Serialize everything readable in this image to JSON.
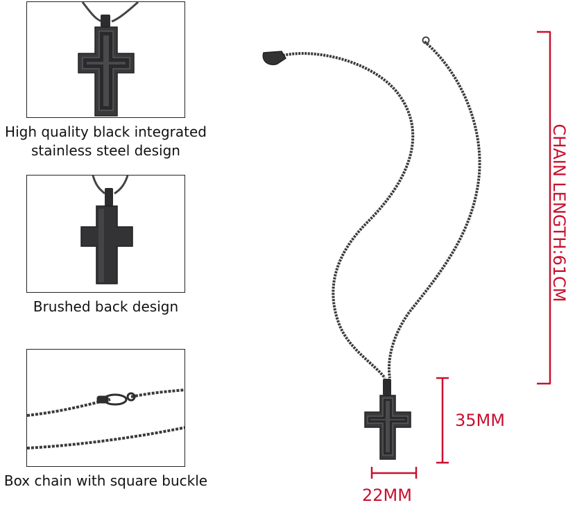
{
  "captions": {
    "feature1_line1": "High quality black integrated",
    "feature1_line2": "stainless steel design",
    "feature2": "Brushed back design",
    "feature3": "Box chain with square buckle"
  },
  "dimensions": {
    "chain_length": "CHAIN LENGTH:61CM",
    "pendant_height": "35MM",
    "pendant_width": "22MM"
  },
  "colors": {
    "accent": "#c8102e",
    "metal": "#3a3a3c"
  }
}
